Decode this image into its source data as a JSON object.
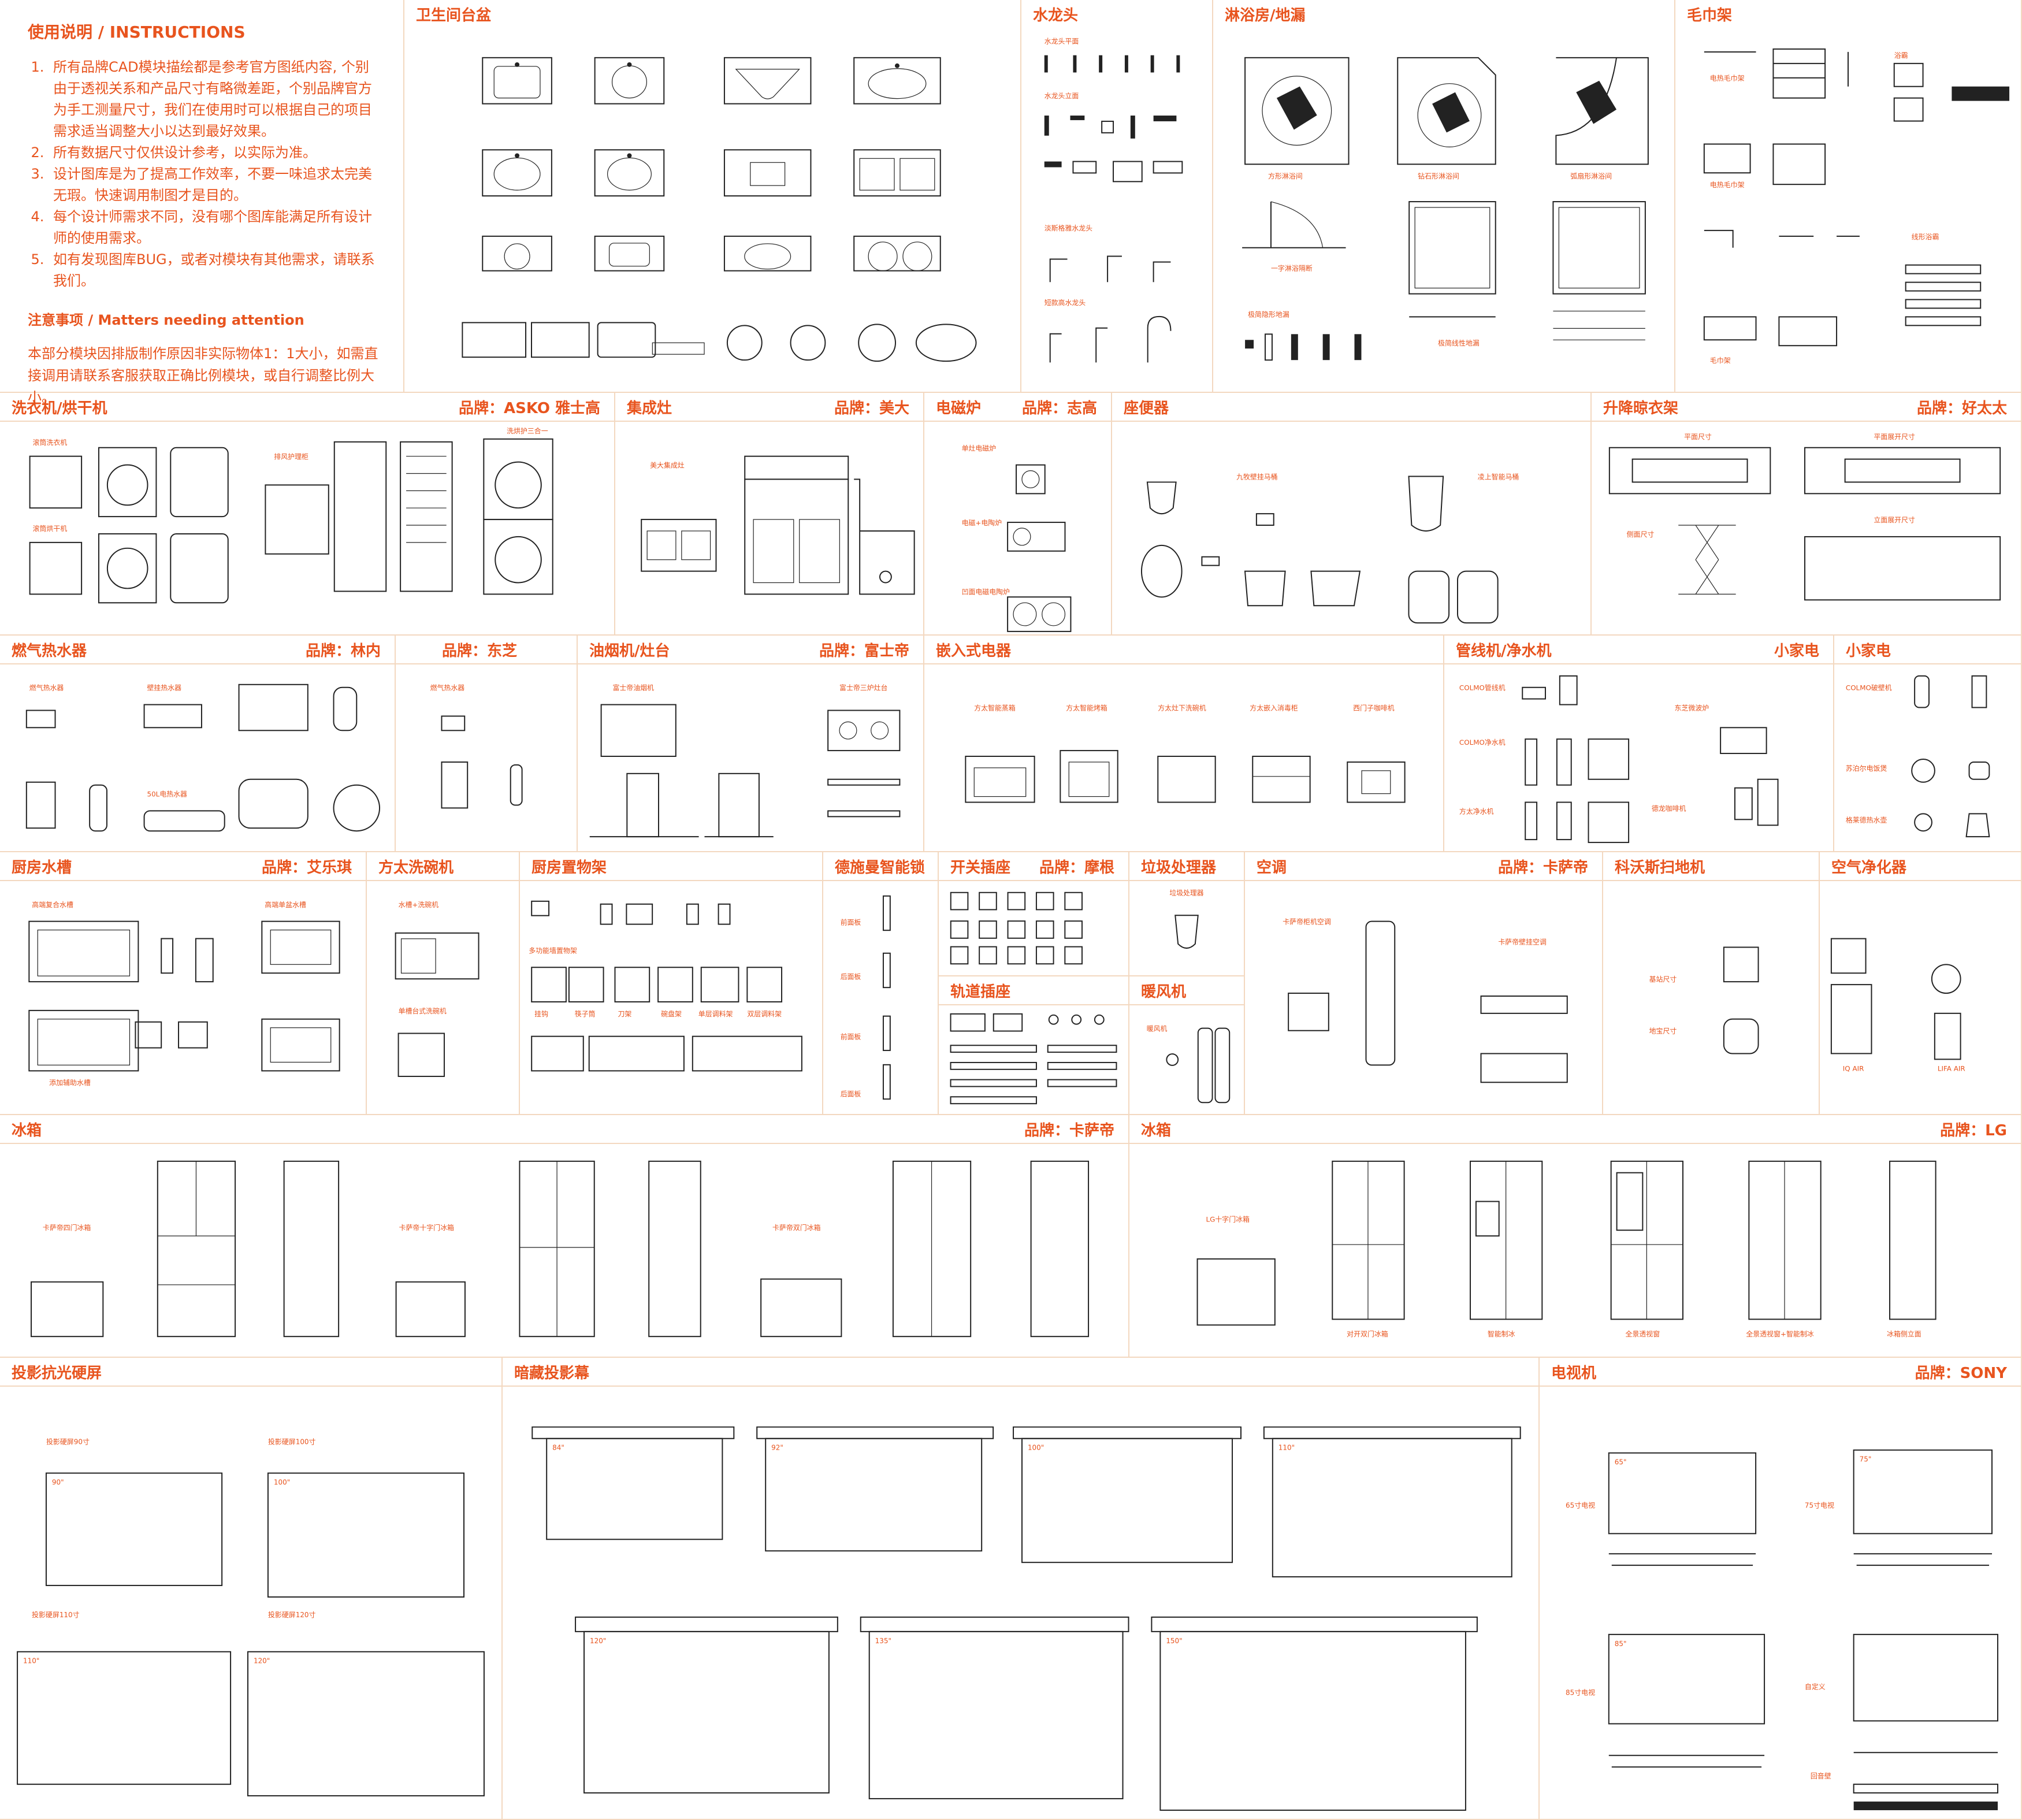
{
  "instructions": {
    "heading": "使用说明 / INSTRUCTIONS",
    "items": [
      "所有品牌CAD模块描绘都是参考官方图纸内容, 个别由于透视关系和产品尺寸有略微差距，个别品牌官方为手工测量尺寸，我们在使用时可以根据自己的项目需求适当调整大小以达到最好效果。",
      "所有数据尺寸仅供设计参考，以实际为准。",
      "设计图库是为了提高工作效率，不要一味追求太完美无瑕。快速调用制图才是目的。",
      "每个设计师需求不同，没有哪个图库能满足所有设计师的使用需求。",
      "如有发现图库BUG，或者对模块有其他需求，请联系我们。"
    ],
    "attention_heading": "注意事项 / Matters needing attention",
    "attention_text": "本部分模块因排版制作原因非实际物体1：1大小，如需直接调用请联系客服获取正确比例模块，或自行调整比例大小。"
  },
  "sections": {
    "basin": {
      "title": "卫生间台盆"
    },
    "faucet": {
      "title": "水龙头",
      "labels": [
        "水龙头平面",
        "水龙头立面",
        "淡斯格雅水龙头",
        "短款高水龙头"
      ]
    },
    "shower": {
      "title": "淋浴房/地漏",
      "labels": [
        "方形淋浴间",
        "钻石形淋浴间",
        "弧扇形淋浴间",
        "一字淋浴隔断",
        "极简隐形地漏",
        "极简线性地漏"
      ]
    },
    "towel": {
      "title": "毛巾架",
      "labels": [
        "电热毛巾架",
        "浴霸",
        "电热毛巾架",
        "线形浴霸",
        "毛巾架"
      ]
    },
    "washer": {
      "title": "洗衣机/烘干机",
      "brand": "品牌：ASKO 雅士高",
      "labels": [
        "滚筒洗衣机",
        "滚筒烘干机",
        "排风护理柜",
        "洗烘护三合一"
      ]
    },
    "stove": {
      "title": "集成灶",
      "brand": "品牌：美大",
      "labels": [
        "美大集成灶"
      ]
    },
    "induction": {
      "title": "电磁炉",
      "brand": "品牌：志高",
      "labels": [
        "单灶电磁炉",
        "电磁+电陶炉",
        "凹面电磁电陶炉"
      ]
    },
    "toilet": {
      "title": "座便器",
      "labels": [
        "九牧壁挂马桶",
        "凌上智能马桶"
      ]
    },
    "drying_rack": {
      "title": "升降晾衣架",
      "brand": "品牌：好太太",
      "labels": [
        "平面尺寸",
        "平面展开尺寸",
        "侧面尺寸",
        "立面展开尺寸"
      ]
    },
    "water_heater": {
      "title": "燃气热水器",
      "brand": "品牌：林内",
      "labels": [
        "燃气热水器",
        "壁挂热水器",
        "50L电热水器"
      ]
    },
    "toshiba": {
      "brand": "品牌：东芝",
      "labels": [
        "燃气热水器"
      ]
    },
    "hood": {
      "title": "油烟机/灶台",
      "brand": "品牌：富士帝",
      "labels": [
        "富士帝油烟机",
        "富士帝三炉灶台"
      ]
    },
    "builtin": {
      "title": "嵌入式电器",
      "labels": [
        "方太智能蒸箱",
        "方太智能烤箱",
        "方太灶下洗碗机",
        "方太嵌入消毒柜",
        "西门子咖啡机"
      ]
    },
    "pipeline": {
      "title": "管线机/净水机",
      "brand": "小家电",
      "labels": [
        "COLMO管线机",
        "COLMO净水机",
        "方太净水机",
        "东芝微波炉",
        "德龙咖啡机"
      ]
    },
    "small_app": {
      "title": "小家电",
      "labels": [
        "COLMO破壁机",
        "苏泊尔电饭煲",
        "格莱德热水壶"
      ]
    },
    "sink": {
      "title": "厨房水槽",
      "brand": "品牌：艾乐琪",
      "labels": [
        "高端复合水槽",
        "高端单盆水槽",
        "添加辅助水槽"
      ]
    },
    "dishwasher": {
      "title": "方太洗碗机",
      "labels": [
        "水槽+洗碗机",
        "单槽台式洗碗机"
      ]
    },
    "kitchen_rack": {
      "title": "厨房置物架",
      "labels": [
        "多功能墙置物架",
        "挂钩",
        "筷子筒",
        "刀架",
        "碗盘架",
        "单层调料架",
        "双层调料架"
      ]
    },
    "lock": {
      "title": "德施曼智能锁",
      "labels": [
        "前面板",
        "后面板",
        "前面板",
        "后面板"
      ]
    },
    "switch": {
      "title": "开关插座",
      "brand": "品牌：摩根"
    },
    "track": {
      "title": "轨道插座"
    },
    "disposer": {
      "title": "垃圾处理器",
      "labels": [
        "垃圾处理器"
      ]
    },
    "heater": {
      "title": "暖风机",
      "labels": [
        "暖风机"
      ]
    },
    "ac": {
      "title": "空调",
      "brand": "品牌：卡萨帝",
      "labels": [
        "卡萨帝柜机空调",
        "卡萨帝壁挂空调"
      ]
    },
    "robot": {
      "title": "科沃斯扫地机",
      "labels": [
        "基站尺寸",
        "地宝尺寸"
      ]
    },
    "purifier": {
      "title": "空气净化器",
      "labels": [
        "IQ AIR",
        "LIFA AIR"
      ]
    },
    "fridge_casarte": {
      "title": "冰箱",
      "brand": "品牌：卡萨帝",
      "labels": [
        "卡萨帝四门冰箱",
        "卡萨帝十字门冰箱",
        "卡萨帝双门冰箱"
      ]
    },
    "fridge_lg": {
      "title": "冰箱",
      "brand": "品牌：LG",
      "labels": [
        "LG十字门冰箱",
        "对开双门冰箱",
        "智能制冰",
        "全景透视窗",
        "全景透视窗+智能制冰",
        "冰箱侧立面"
      ]
    },
    "proj_hard": {
      "title": "投影抗光硬屏",
      "labels": [
        "投影硬屏90寸",
        "投影硬屏100寸",
        "投影硬屏110寸",
        "投影硬屏120寸"
      ],
      "sizes": [
        "90\"",
        "100\"",
        "110\"",
        "120\""
      ]
    },
    "proj_hidden": {
      "title": "暗藏投影幕",
      "sizes": [
        "84\"",
        "92\"",
        "100\"",
        "110\"",
        "120\"",
        "135\"",
        "150\""
      ]
    },
    "tv": {
      "title": "电视机",
      "brand": "品牌：SONY",
      "labels": [
        "65寸电视",
        "75寸电视",
        "85寸电视",
        "自定义",
        "回音壁"
      ],
      "sizes": [
        "65\"",
        "75\"",
        "85\""
      ]
    }
  }
}
